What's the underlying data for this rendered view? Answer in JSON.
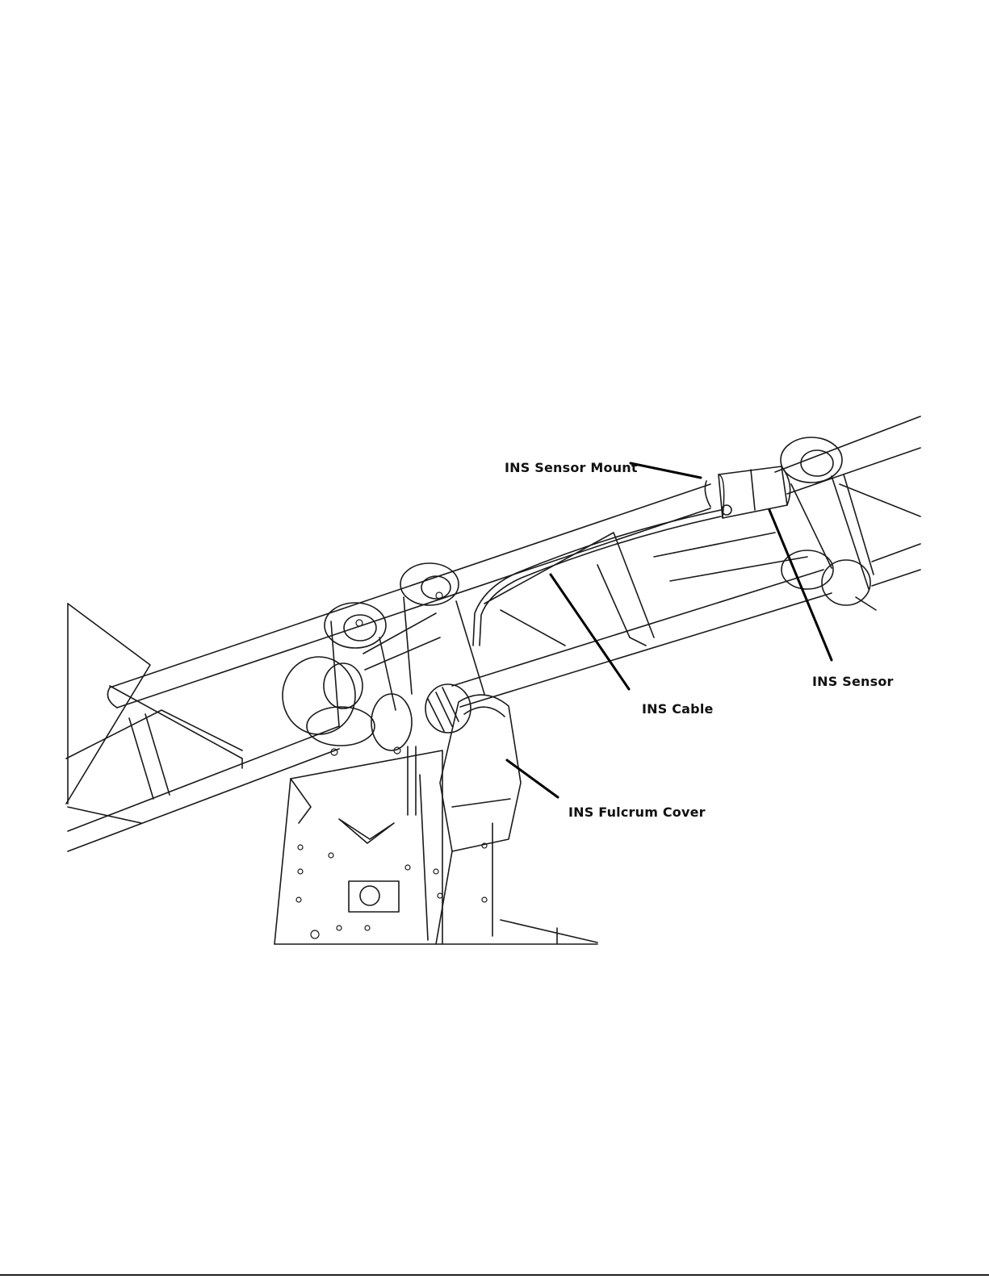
{
  "labels": {
    "sensor_mount": "INS Sensor Mount",
    "sensor": "INS Sensor",
    "cable": "INS Cable",
    "fulcrum_cover": "INS Fulcrum Cover"
  },
  "colors": {
    "line": "#1a1a1a",
    "background": "#ffffff"
  }
}
